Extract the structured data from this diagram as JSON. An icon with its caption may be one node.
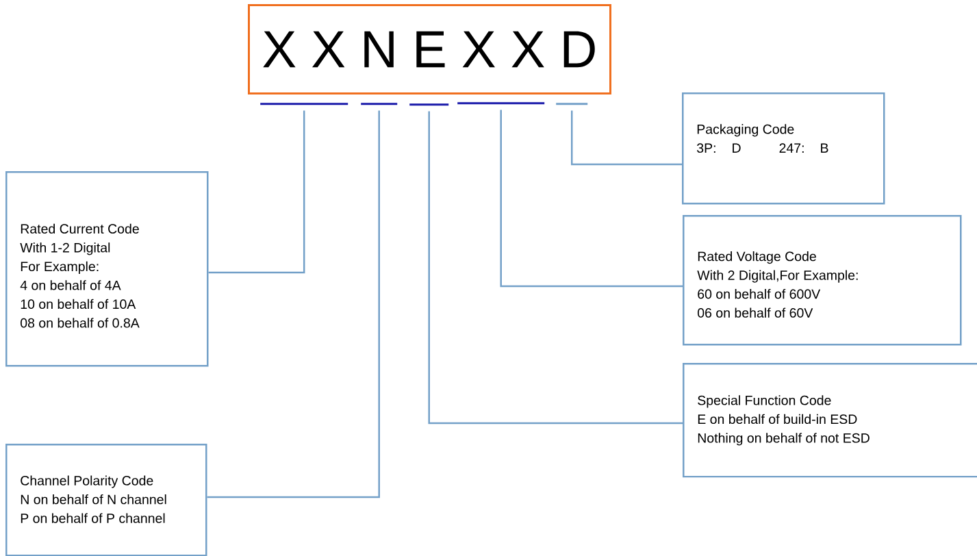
{
  "diagram": {
    "nodes": [
      {
        "text": [
          "X X N E X X D"
        ]
      },
      {
        "text": [],
        "shape": "bar"
      },
      {
        "text": [],
        "shape": "bar"
      },
      {
        "text": [],
        "shape": "bar"
      },
      {
        "text": [],
        "shape": "bar"
      },
      {
        "text": [],
        "shape": "bar"
      },
      {
        "text": [
          "Rated Current Code",
          "With 1-2 Digital",
          "For Example:",
          "4 on behalf of 4A",
          "10 on behalf of 10A",
          "08 on behalf of 0.8A"
        ]
      },
      {
        "text": [
          "Channel Polarity Code",
          "N on behalf of N channel",
          "P on behalf of P channel"
        ]
      },
      {
        "text": [
          "Packaging Code",
          "3P:",
          "D",
          "247:",
          "B"
        ]
      },
      {
        "text": [
          "Rated Voltage Code",
          "With 2 Digital,For Example:",
          "60 on behalf of 600V",
          "06 on behalf of 60V"
        ]
      },
      {
        "text": [
          "Special Function Code",
          "E on behalf of build-in ESD",
          "Nothing on behalf of not ESD"
        ]
      }
    ],
    "edges": [
      {
        "from": 1,
        "to": 6,
        "arrow": "none"
      },
      {
        "from": 2,
        "to": 7,
        "arrow": "none"
      },
      {
        "from": 3,
        "to": 10,
        "arrow": "none"
      },
      {
        "from": 4,
        "to": 9,
        "arrow": "none"
      },
      {
        "from": 5,
        "to": 8,
        "arrow": "none"
      }
    ]
  }
}
